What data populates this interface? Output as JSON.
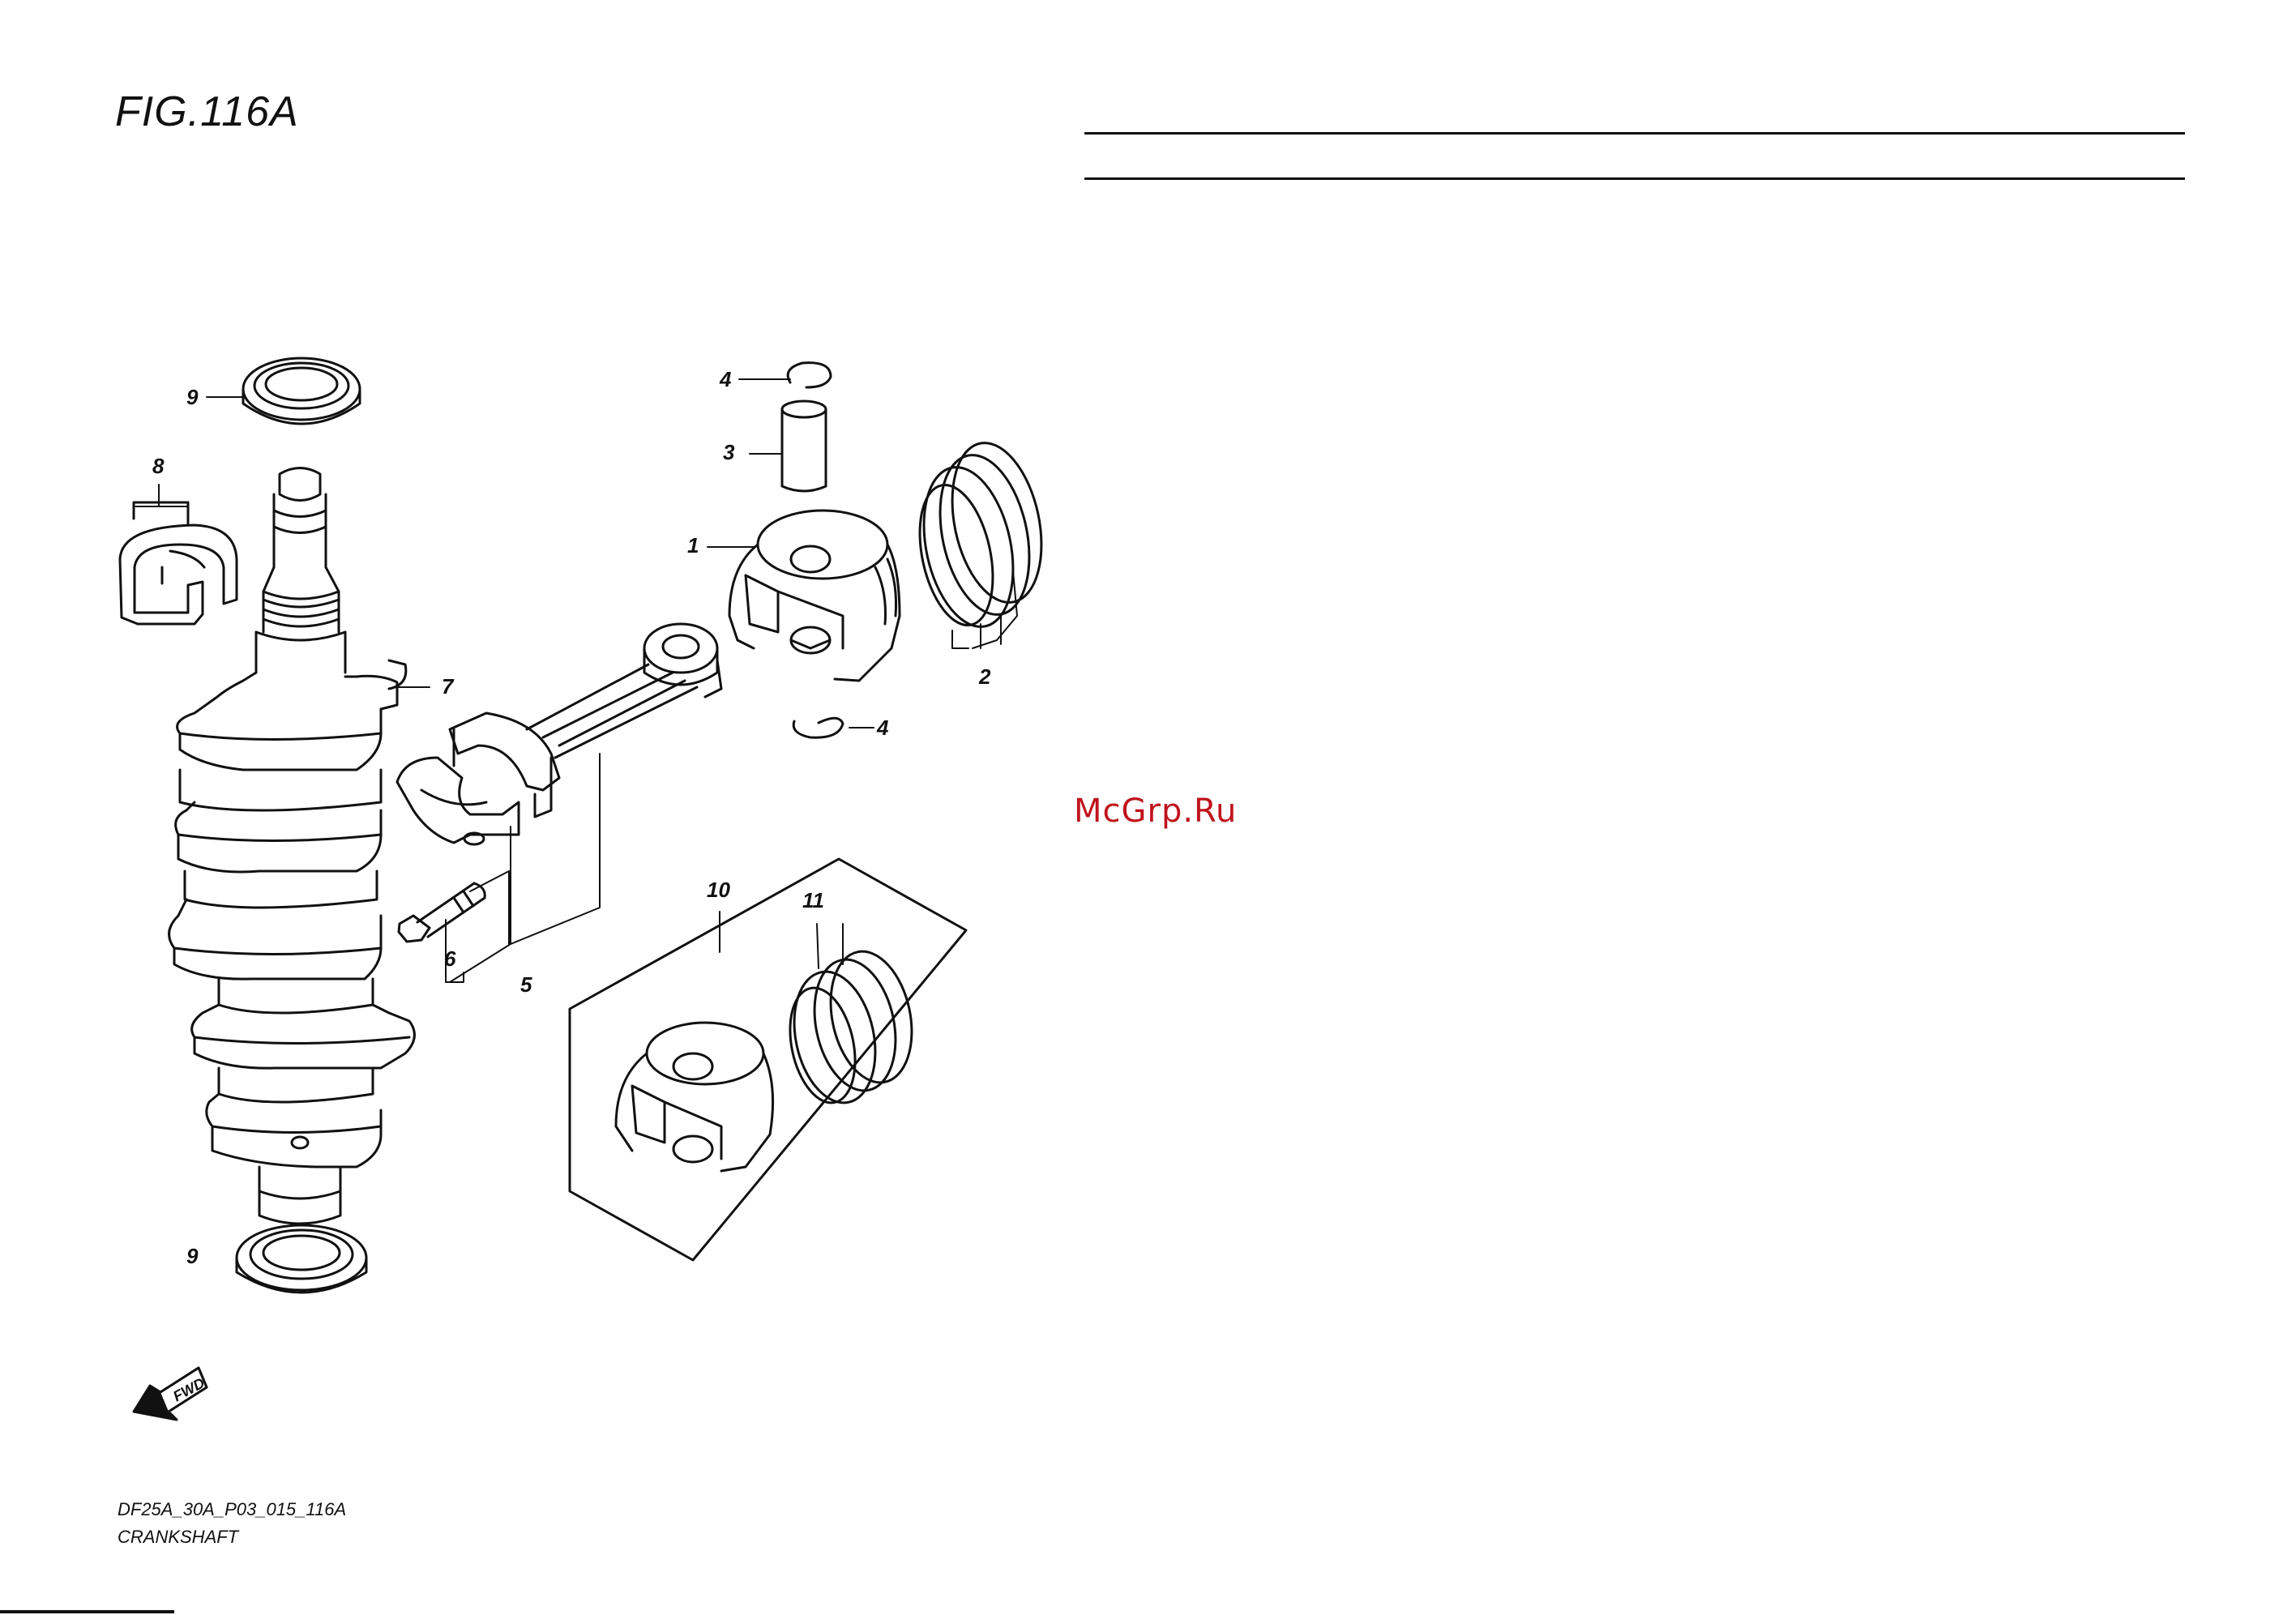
{
  "figure": {
    "title": "FIG.116A",
    "code": "DF25A_30A_P03_015_116A",
    "name": "CRANKSHAFT",
    "watermark": "McGrp.Ru",
    "fwd_label": "FWD",
    "watermark_color": "#c0141c",
    "line_color": "#111111"
  },
  "callouts": [
    {
      "id": "9-top",
      "text": "9"
    },
    {
      "id": "8",
      "text": "8"
    },
    {
      "id": "7",
      "text": "7"
    },
    {
      "id": "6",
      "text": "6"
    },
    {
      "id": "5",
      "text": "5"
    },
    {
      "id": "4-top",
      "text": "4"
    },
    {
      "id": "3",
      "text": "3"
    },
    {
      "id": "1",
      "text": "1"
    },
    {
      "id": "2",
      "text": "2"
    },
    {
      "id": "4-bottom",
      "text": "4"
    },
    {
      "id": "10",
      "text": "10"
    },
    {
      "id": "11",
      "text": "11"
    },
    {
      "id": "9-bottom",
      "text": "9"
    }
  ]
}
